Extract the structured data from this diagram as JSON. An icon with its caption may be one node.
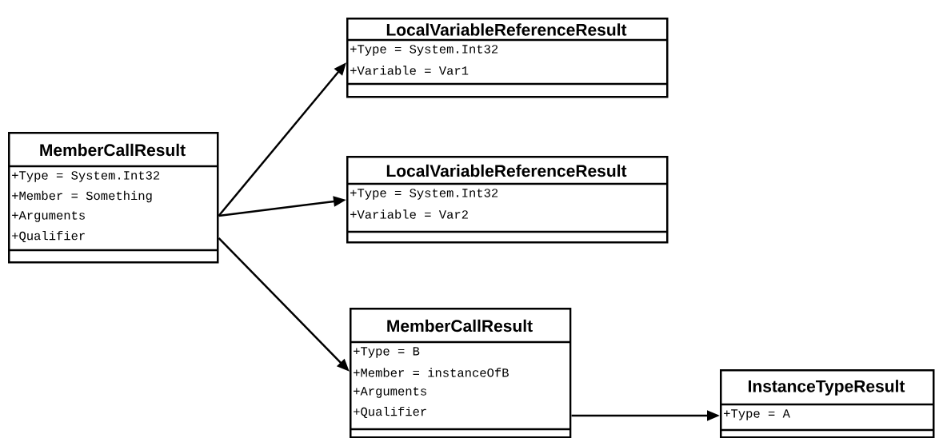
{
  "diagram": {
    "nodes": [
      {
        "text": [
          "MemberCallResult",
          "+Type = System.Int32",
          "+Member = Something",
          "+Arguments",
          "+Qualifier"
        ]
      },
      {
        "text": [
          "LocalVariableReferenceResult",
          "+Type = System.Int32",
          "+Variable = Var1"
        ]
      },
      {
        "text": [
          "LocalVariableReferenceResult",
          "+Type = System.Int32",
          "+Variable = Var2"
        ]
      },
      {
        "text": [
          "MemberCallResult",
          "+Type = B",
          "+Member = instanceOfB",
          "+Arguments",
          "+Qualifier"
        ]
      },
      {
        "text": [
          "InstanceTypeResult",
          "+Type = A"
        ]
      }
    ],
    "edges": [
      {
        "from": 0,
        "to": 1,
        "arrow": "to"
      },
      {
        "from": 0,
        "to": 2,
        "arrow": "to"
      },
      {
        "from": 0,
        "to": 3,
        "arrow": "to"
      },
      {
        "from": 3,
        "to": 4,
        "arrow": "to"
      }
    ]
  }
}
